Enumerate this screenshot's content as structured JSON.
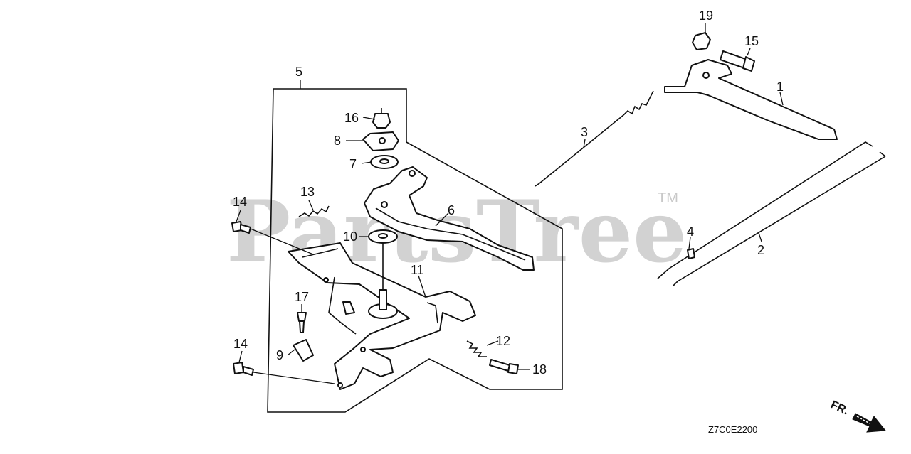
{
  "watermark": {
    "text": "PartsTree",
    "trademark": "TM"
  },
  "diagram_code": "Z7C0E2200",
  "front_indicator": {
    "label": "FR.",
    "icon": "arrow-right-down-icon"
  },
  "callouts": [
    {
      "id": "c1",
      "label": "1"
    },
    {
      "id": "c2",
      "label": "2"
    },
    {
      "id": "c3",
      "label": "3"
    },
    {
      "id": "c4",
      "label": "4"
    },
    {
      "id": "c5",
      "label": "5"
    },
    {
      "id": "c6",
      "label": "6"
    },
    {
      "id": "c7",
      "label": "7"
    },
    {
      "id": "c8",
      "label": "8"
    },
    {
      "id": "c9",
      "label": "9"
    },
    {
      "id": "c10",
      "label": "10"
    },
    {
      "id": "c11",
      "label": "11"
    },
    {
      "id": "c12",
      "label": "12"
    },
    {
      "id": "c13",
      "label": "13"
    },
    {
      "id": "c14a",
      "label": "14"
    },
    {
      "id": "c14b",
      "label": "14"
    },
    {
      "id": "c15",
      "label": "15"
    },
    {
      "id": "c16",
      "label": "16"
    },
    {
      "id": "c17",
      "label": "17"
    },
    {
      "id": "c18",
      "label": "18"
    },
    {
      "id": "c19",
      "label": "19"
    }
  ]
}
